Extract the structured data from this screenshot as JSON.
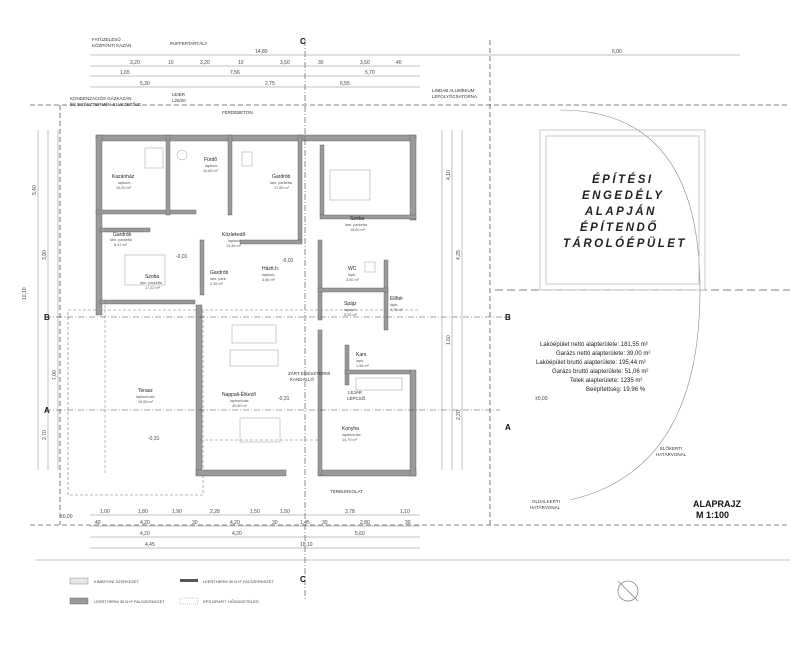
{
  "garage_note": [
    "ÉPÍTÉSI",
    "ENGEDÉLY",
    "ALAPJÁN",
    "ÉPÍTENDŐ",
    "TÁROLÓÉPÜLET"
  ],
  "title": {
    "line1": "ALAPRAJZ",
    "line2": "M 1:100"
  },
  "stats": [
    "Lakóépület nettó alapterülete: 181,55 m²",
    "Garázs nettó alapterülete: 39,00 m²",
    "Lakóépület bruttó alapterülete: 195,44 m²",
    "Garázs bruttó alapterülete: 51,06 m²",
    "Telek alapterülete: 1235 m²",
    "Beépítettség: 19,96 %"
  ],
  "rooms": [
    {
      "name": "Kazánház",
      "sub": "lapburk.",
      "area": "10,20 m²"
    },
    {
      "name": "Fürdő",
      "sub": "lapburk.",
      "area": "10,60 m²"
    },
    {
      "name": "Gardrób",
      "sub": "lam. parketta",
      "area": "17,80 m²"
    },
    {
      "name": "Gardrób",
      "sub": "lam. parketta",
      "area": "6,47 m²"
    },
    {
      "name": "Közlekedő",
      "sub": "lapburk.",
      "area": "13,46 m²"
    },
    {
      "name": "Szoba",
      "sub": "lam. parketta",
      "area": "18,60 m²"
    },
    {
      "name": "Szoba",
      "sub": "lam. parketta",
      "area": "17,22 m²"
    },
    {
      "name": "Gardrób",
      "sub": "lam. park.",
      "area": "2,36 m²"
    },
    {
      "name": "Háztt.h.",
      "sub": "lapburk.",
      "area": "4,56 m²"
    },
    {
      "name": "WC",
      "sub": "lapb.",
      "area": "3,50 m²"
    },
    {
      "name": "Spájz",
      "sub": "lapburk.",
      "area": "5,20 m²"
    },
    {
      "name": "Előtér",
      "sub": "lapb.",
      "area": "4,75 m²"
    },
    {
      "name": "Kam.",
      "sub": "lapb.",
      "area": "1,98 m²"
    },
    {
      "name": "Terasz",
      "sub": "lapburkolat",
      "area": "15,65 m²"
    },
    {
      "name": "Nappali-Étkező",
      "sub": "lapburkolat",
      "area": "40,60 m²"
    },
    {
      "name": "Konyha",
      "sub": "lapburkolat",
      "area": "14,70 m²"
    }
  ],
  "annotations": {
    "fatuzeles": "FATÜZELÉSŰ",
    "kozponti": "KÖZPONTI KAZÁN",
    "puffer": "PUFFERTARTÁLY",
    "kondenz1": "KONDENZÁCIÓS GÁZKAZÁN",
    "kondenz2": "ÉS EGÉSZTERMÉK-ELVEZETŐJE",
    "lindab1": "LINDAB ALUMÍNIUM",
    "lindab2": "LEFOLYÓCSATORNA",
    "zart1": "ZÁRT EGÉSZTERMI",
    "zart2": "KANDALLÓ",
    "lejar1": "LEJÁR",
    "lejar2": "LÉPCSŐ",
    "elokerti1": "ELŐKERTI",
    "elokerti2": "HATÁRVONAL",
    "oldal1": "OLDALKERTI",
    "oldal2": "HATÁRVONAL",
    "ferdebeton": "FERDEBETON",
    "teravbeton": "TÉRBURKOLAT",
    "leier1": "LEIER",
    "leier2": "L28/20"
  },
  "dims": {
    "top1": "14,80",
    "top1b": "6,00",
    "top2": [
      "3,20",
      "10",
      "3,20",
      "10",
      "3,50",
      "30",
      "3,50",
      "40"
    ],
    "top3": [
      "1,65",
      "7,56",
      "5,70"
    ],
    "top4": [
      "5,30",
      "2,75",
      "6,55"
    ],
    "bottom1": [
      "1,00",
      "1,80",
      "1,90",
      "2,28",
      "1,50",
      "1,50",
      "3,78",
      "1,10"
    ],
    "bottom2": [
      "40",
      "4,20",
      "30",
      "4,20",
      "30",
      "1,45",
      "30",
      "2,80",
      "30"
    ],
    "bottom3": [
      "4,20",
      "4,20",
      "5,60"
    ],
    "bottom4": [
      "4,45",
      "10,10"
    ],
    "left": [
      "5,40",
      "10,10",
      "3,90",
      "7,00",
      "2,70"
    ],
    "right": [
      "4,10",
      "4,25",
      "1,60",
      "2,20"
    ],
    "levels": [
      "±0,00",
      "-0,01",
      "-0,01",
      "-0,31",
      "-0,31",
      "±0,00"
    ]
  },
  "axes": {
    "A": "A",
    "B": "B",
    "C": "C"
  },
  "legend": [
    "KIMBITONI SZERKEZET",
    "LEERTHERM 30 N+F FALSZERKEZET",
    "LEERTHERM 30 N+F FALSZERKEZET",
    "EPS GRAFIT HŐSZIGETELÉS"
  ]
}
